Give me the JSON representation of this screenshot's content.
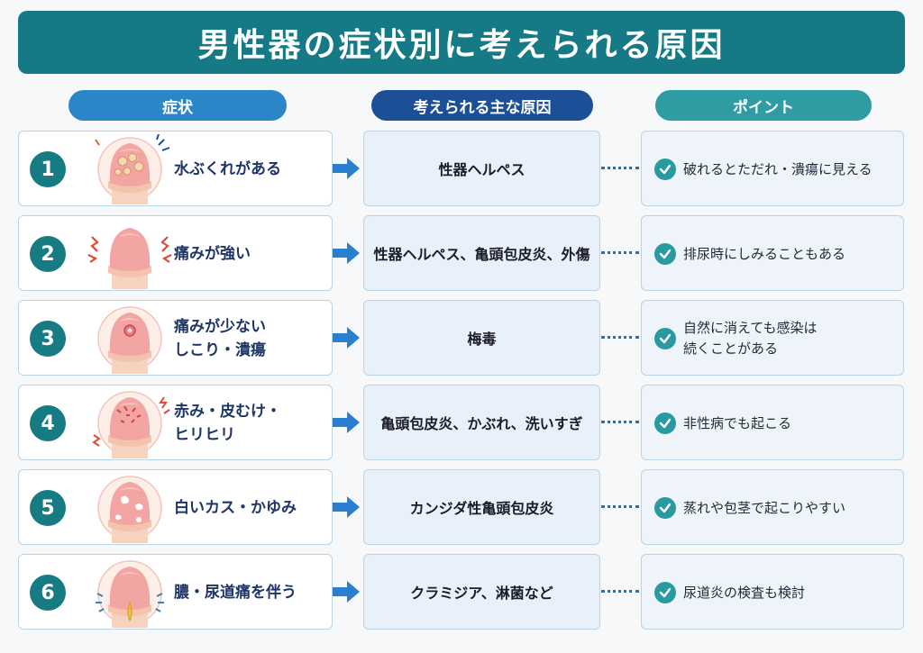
{
  "title": "男性器の症状別に考えられる原因",
  "headers": {
    "symptom": "症状",
    "cause": "考えられる主な原因",
    "point": "ポイント"
  },
  "colors": {
    "title_bg": "#157a86",
    "symptom_header": "#2b86c8",
    "cause_header": "#1d4f96",
    "point_header": "#2f9ba3",
    "number_badge": "#177b84",
    "arrow": "#2a7fd0",
    "check": "#2a9aa1"
  },
  "rows": [
    {
      "number": "1",
      "illustration": "blisters-icon",
      "symptom_lines": [
        "水ぶくれがある"
      ],
      "cause": "性器ヘルペス",
      "point_lines": [
        "破れるとただれ・潰瘍に見える"
      ]
    },
    {
      "number": "2",
      "illustration": "pain-icon",
      "symptom_lines": [
        "痛みが強い"
      ],
      "cause": "性器ヘルペス、亀頭包皮炎、外傷",
      "point_lines": [
        "排尿時にしみることもある"
      ]
    },
    {
      "number": "3",
      "illustration": "ulcer-icon",
      "symptom_lines": [
        "痛みが少ない",
        "しこり・潰瘍"
      ],
      "cause": "梅毒",
      "point_lines": [
        "自然に消えても感染は",
        "続くことがある"
      ]
    },
    {
      "number": "4",
      "illustration": "redness-icon",
      "symptom_lines": [
        "赤み・皮むけ・",
        "ヒリヒリ"
      ],
      "cause": "亀頭包皮炎、かぶれ、洗いすぎ",
      "point_lines": [
        "非性病でも起こる"
      ]
    },
    {
      "number": "5",
      "illustration": "white-patches-icon",
      "symptom_lines": [
        "白いカス・かゆみ"
      ],
      "cause": "カンジダ性亀頭包皮炎",
      "point_lines": [
        "蒸れや包茎で起こりやすい"
      ]
    },
    {
      "number": "6",
      "illustration": "discharge-icon",
      "symptom_lines": [
        "膿・尿道痛を伴う"
      ],
      "cause": "クラミジア、淋菌など",
      "point_lines": [
        "尿道炎の検査も検討"
      ]
    }
  ]
}
